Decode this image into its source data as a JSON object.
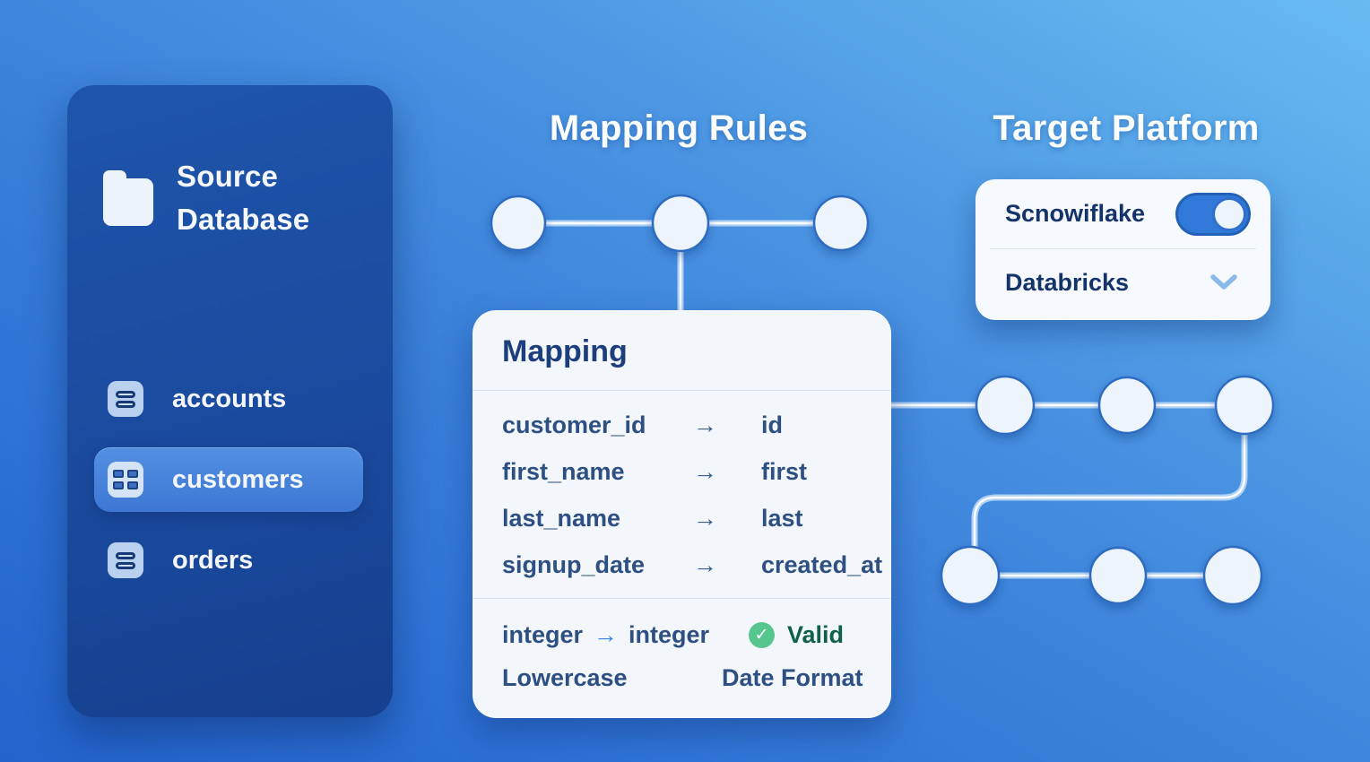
{
  "glyphs": {
    "arrow": "→",
    "check": "✓"
  },
  "colors": {
    "background_top_right": "#65baf0",
    "background_bottom_left": "#2363cc",
    "sidebar_bg": "#1a4a9e",
    "card_bg": "#f3f6fb",
    "navy_text": "#1d3e7c",
    "accent_blue": "#3b82f6",
    "valid_green_icon": "#57c68e",
    "valid_green_text": "#0e6147",
    "node_fill": "#edf4fc",
    "node_stroke": "#2e6cc2"
  },
  "sidebar": {
    "icon": "folder-icon",
    "title": "Source Database",
    "items": [
      {
        "label": "accounts",
        "icon": "table-rows-icon",
        "active": false
      },
      {
        "label": "customers",
        "icon": "table-grid-icon",
        "active": true
      },
      {
        "label": "orders",
        "icon": "table-rows-icon",
        "active": false
      }
    ]
  },
  "mapping_rules": {
    "heading": "Mapping Rules",
    "card": {
      "title": "Mapping",
      "rows": [
        {
          "source": "customer_id",
          "target": "id"
        },
        {
          "source": "first_name",
          "target": "first"
        },
        {
          "source": "last_name",
          "target": "last"
        },
        {
          "source": "signup_date",
          "target": "created_at"
        }
      ],
      "footer": {
        "type_from": "integer",
        "type_to": "integer",
        "status_label": "Valid",
        "status_icon": "check-circle-icon",
        "transform_left": "Lowercase",
        "transform_right": "Date Format"
      }
    }
  },
  "target_platform": {
    "heading": "Target Platform",
    "options": [
      {
        "label": "Scnowiflake",
        "control": "toggle-on"
      },
      {
        "label": "Databricks",
        "control": "chevron-down"
      }
    ]
  }
}
